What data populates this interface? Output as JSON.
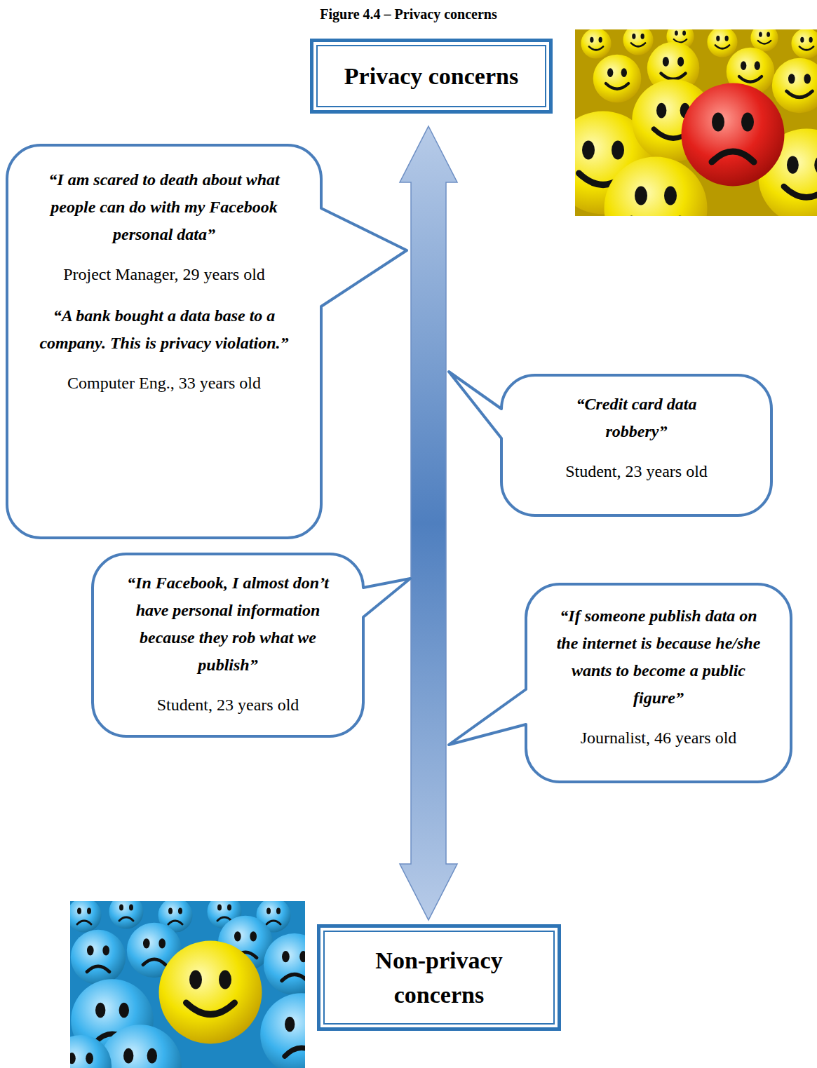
{
  "diagram": {
    "title": "Figure 4.4 – Privacy concerns",
    "nodes": [
      {
        "text": [
          "Privacy concerns"
        ]
      },
      {
        "text": [
          "“I am scared to death about what people can do with my Facebook personal data”",
          "Project Manager, 29 years old",
          "“A bank bought a data base to a company. This is privacy violation.”",
          "Computer Eng., 33 years old"
        ]
      },
      {
        "text": [
          "“Credit card data robbery”",
          "Student, 23 years old"
        ]
      },
      {
        "text": [
          "“In Facebook, I almost don’t have personal information because they rob what we publish”",
          "Student, 23 years old"
        ]
      },
      {
        "text": [
          "“If someone publish data on the internet is because he/she wants to become a public figure”",
          "Journalist, 46 years old"
        ]
      },
      {
        "text": [
          "Non-privacy concerns"
        ]
      }
    ],
    "edges": [
      {
        "from": 0,
        "to": 5,
        "arrow": "both"
      }
    ]
  }
}
